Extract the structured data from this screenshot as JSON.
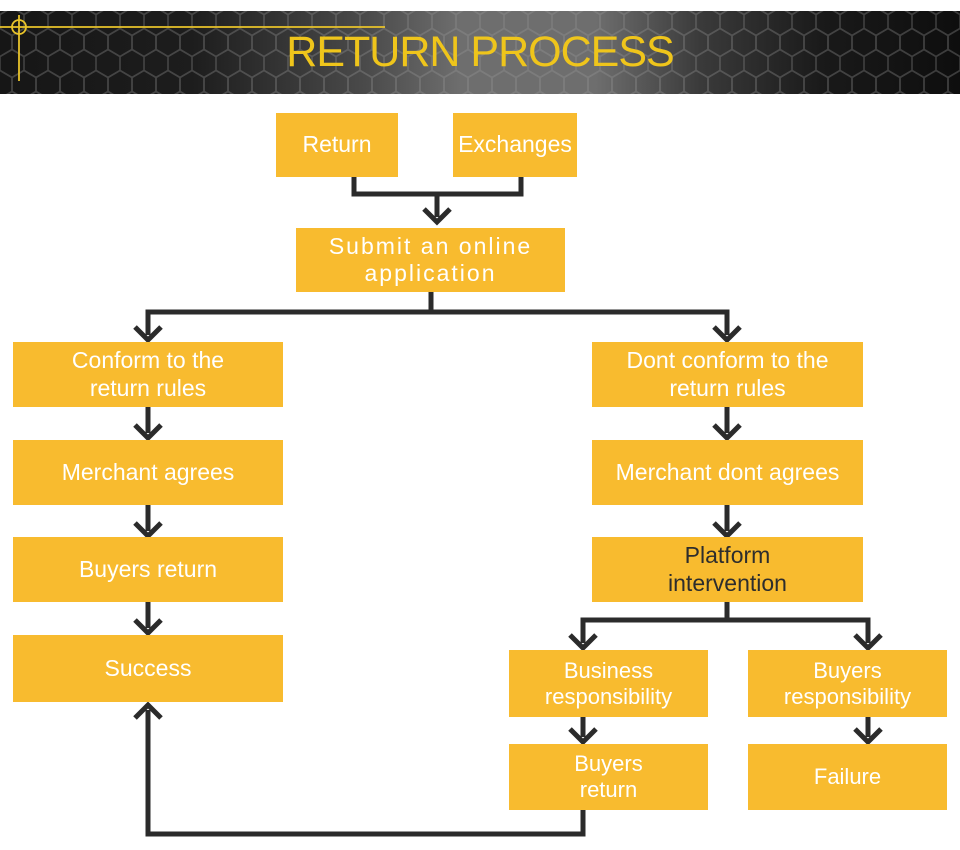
{
  "header": {
    "title": "RETURN PROCESS"
  },
  "theme": {
    "title_color": "#EFC51B",
    "accent_color": "#E8C32A",
    "header_bg_dark": "#161616",
    "header_bg_light": "#6E6E6E",
    "box_fill": "#F8BB2F",
    "box_text": "#FFFFFF",
    "box_text_dark": "#2D2D2D",
    "connector_color": "#2B2B2B"
  },
  "diagram": {
    "nodes": [
      {
        "id": "return",
        "label": "Return"
      },
      {
        "id": "exchanges",
        "label": "Exchanges"
      },
      {
        "id": "submit",
        "label": "Submit an online\napplication"
      },
      {
        "id": "conform",
        "label": "Conform to the\nreturn rules"
      },
      {
        "id": "dont-conform",
        "label": "Dont conform to the\nreturn rules"
      },
      {
        "id": "merchant-agrees",
        "label": "Merchant agrees"
      },
      {
        "id": "merchant-dont-agrees",
        "label": "Merchant dont agrees"
      },
      {
        "id": "buyers-return",
        "label": "Buyers return"
      },
      {
        "id": "platform-intervention",
        "label": "Platform\nintervention"
      },
      {
        "id": "success",
        "label": "Success"
      },
      {
        "id": "business-responsibility",
        "label": "Business\nresponsibility"
      },
      {
        "id": "buyers-responsibility",
        "label": "Buyers\nresponsibility"
      },
      {
        "id": "buyers-return-2",
        "label": "Buyers\nreturn"
      },
      {
        "id": "failure",
        "label": "Failure"
      }
    ],
    "edges": [
      {
        "from": "return",
        "to": "submit"
      },
      {
        "from": "exchanges",
        "to": "submit"
      },
      {
        "from": "submit",
        "to": "conform"
      },
      {
        "from": "submit",
        "to": "dont-conform"
      },
      {
        "from": "conform",
        "to": "merchant-agrees"
      },
      {
        "from": "merchant-agrees",
        "to": "buyers-return"
      },
      {
        "from": "buyers-return",
        "to": "success"
      },
      {
        "from": "dont-conform",
        "to": "merchant-dont-agrees"
      },
      {
        "from": "merchant-dont-agrees",
        "to": "platform-intervention"
      },
      {
        "from": "platform-intervention",
        "to": "business-responsibility"
      },
      {
        "from": "platform-intervention",
        "to": "buyers-responsibility"
      },
      {
        "from": "business-responsibility",
        "to": "buyers-return-2"
      },
      {
        "from": "buyers-responsibility",
        "to": "failure"
      },
      {
        "from": "buyers-return-2",
        "to": "success"
      }
    ]
  }
}
